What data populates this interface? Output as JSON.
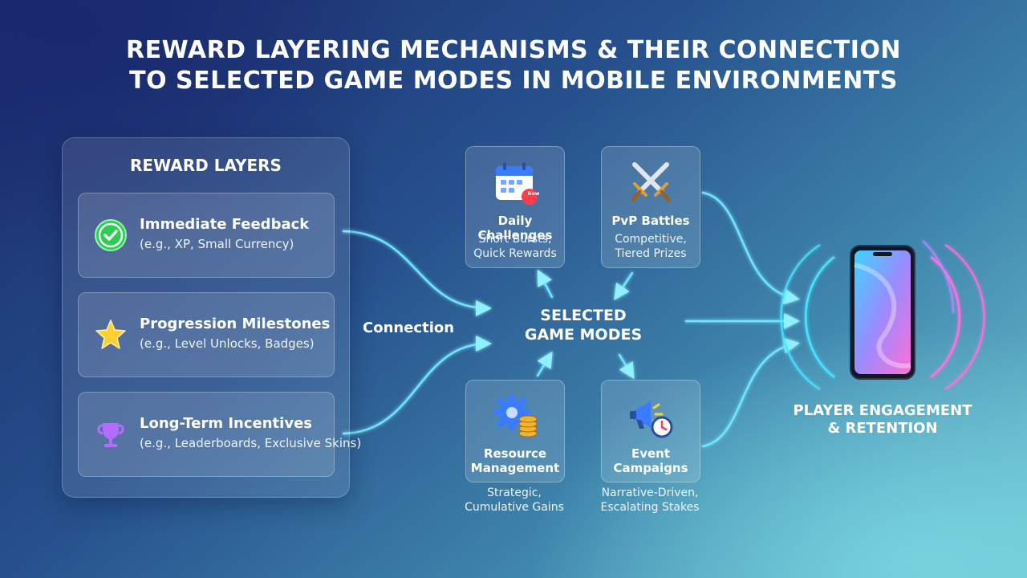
{
  "title": {
    "line1": "REWARD LAYERING MECHANISMS & THEIR CONNECTION",
    "line2": "TO SELECTED GAME MODES IN MOBILE ENVIRONMENTS"
  },
  "reward_layers": {
    "heading": "REWARD LAYERS",
    "items": [
      {
        "name": "Immediate Feedback",
        "desc": "(e.g., XP, Small Currency)",
        "icon": "checkmark-icon"
      },
      {
        "name": "Progression Milestones",
        "desc": "(e.g., Level Unlocks, Badges)",
        "icon": "star-icon"
      },
      {
        "name": "Long-Term Incentives",
        "desc": "(e.g., Leaderboards, Exclusive Skins)",
        "icon": "trophy-icon"
      }
    ]
  },
  "connection_label": "Connection",
  "center": {
    "line1": "SELECTED",
    "line2": "GAME MODES"
  },
  "game_modes": [
    {
      "name": "Daily Challenges",
      "desc_line1": "Short Bursts,",
      "desc_line2": "Quick Rewards",
      "icon": "calendar-icon",
      "badge": "New"
    },
    {
      "name": "PvP Battles",
      "desc_line1": "Competitive,",
      "desc_line2": "Tiered Prizes",
      "icon": "crossed-swords-icon"
    },
    {
      "name_line1": "Resource",
      "name_line2": "Management",
      "desc_line1": "Strategic,",
      "desc_line2": "Cumulative Gains",
      "icon": "gear-coins-icon"
    },
    {
      "name_line1": "Event",
      "name_line2": "Campaigns",
      "desc_line1": "Narrative-Driven,",
      "desc_line2": "Escalating Stakes",
      "icon": "megaphone-clock-icon"
    }
  ],
  "outcome": {
    "line1": "PLAYER ENGAGEMENT",
    "line2": "& RETENTION",
    "icon": "smartphone-icon"
  },
  "colors": {
    "connector": "#6fe6ff",
    "accent_green": "#2ecc55",
    "accent_star": "#ffcf33",
    "accent_trophy": "#b46cff"
  }
}
